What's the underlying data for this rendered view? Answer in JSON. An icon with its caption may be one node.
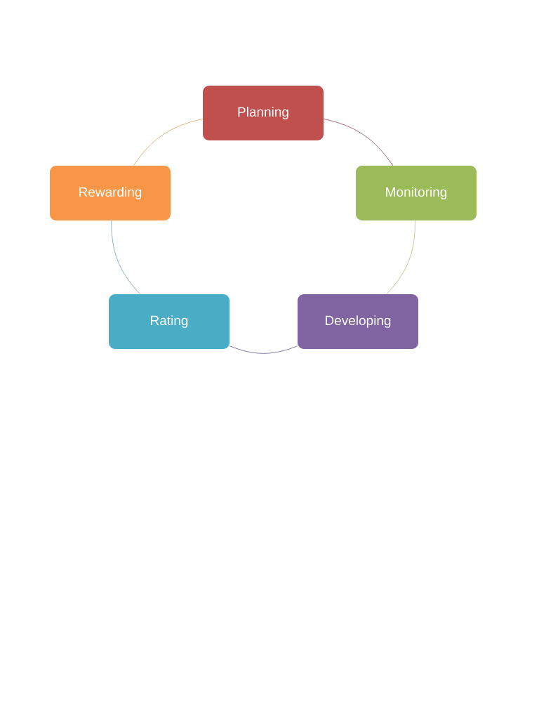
{
  "diagram": {
    "nodes": [
      {
        "text": [
          "Planning"
        ]
      },
      {
        "text": [
          "Monitoring"
        ]
      },
      {
        "text": [
          "Developing"
        ]
      },
      {
        "text": [
          "Rating"
        ]
      },
      {
        "text": [
          "Rewarding"
        ]
      }
    ],
    "edges": [
      {
        "from": 0,
        "to": 1,
        "arrow": "none",
        "color": "#9a5a6e"
      },
      {
        "from": 1,
        "to": 2,
        "arrow": "none",
        "color": "#c9c08a"
      },
      {
        "from": 2,
        "to": 3,
        "arrow": "none",
        "color": "#7a6e98"
      },
      {
        "from": 3,
        "to": 4,
        "arrow": "none",
        "color": "#7aaebc"
      },
      {
        "from": 4,
        "to": 0,
        "arrow": "none",
        "color": "#e0b070"
      }
    ]
  }
}
